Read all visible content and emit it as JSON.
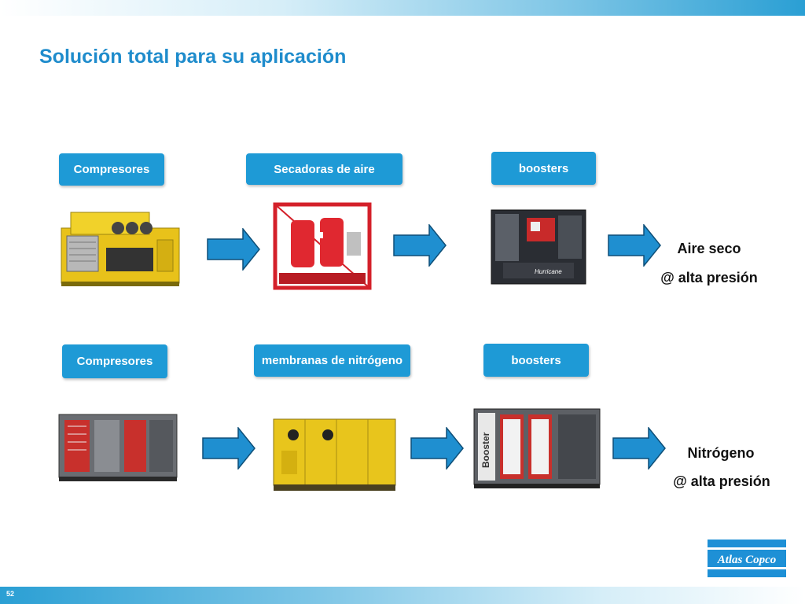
{
  "slide": {
    "title": "Solución total para su aplicación",
    "page_number": "52"
  },
  "rows": [
    {
      "stage1": "Compresores",
      "stage2": "Secadoras de aire",
      "stage3": "boosters",
      "result_line1": "Aire seco",
      "result_line2": "@ alta presión"
    },
    {
      "stage1": "Compresores",
      "stage2": "membranas de nitrógeno",
      "stage3": "boosters",
      "result_line1": "Nitrógeno",
      "result_line2": "@ alta presión"
    }
  ],
  "images": {
    "row1": [
      "yellow-compressor-image",
      "red-dryer-image",
      "booster-hurricane-image"
    ],
    "row2": [
      "container-compressor-image",
      "yellow-nitrogen-membrane-container-image",
      "booster-container-image"
    ]
  },
  "logo": {
    "text": "Atlas Copco",
    "color": "#1e90d6"
  },
  "colors": {
    "accent": "#1e9ad6",
    "title": "#1f8ccc",
    "arrow": "#1f8fd0"
  }
}
